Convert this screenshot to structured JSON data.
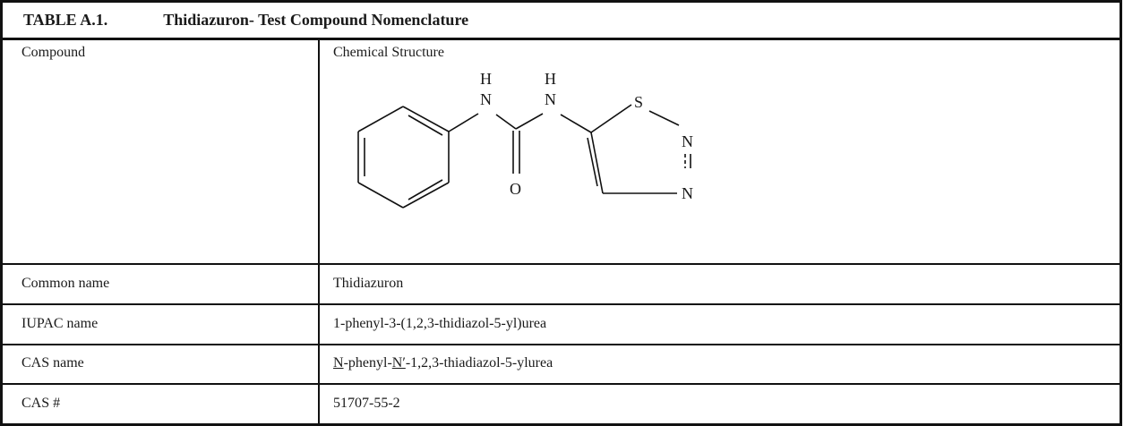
{
  "table": {
    "caption_label": "TABLE A.1.",
    "caption_title": "Thidiazuron- Test Compound Nomenclature",
    "header": {
      "left": "Compound",
      "right": "Chemical Structure"
    },
    "structure_atoms": {
      "h1": "H",
      "n1": "N",
      "h2": "H",
      "n2": "N",
      "o": "O",
      "s": "S",
      "n3": "N",
      "n4": "N"
    },
    "rows": [
      {
        "label": "Common name",
        "value": "Thidiazuron"
      },
      {
        "label": "IUPAC name",
        "value": "1-phenyl-3-(1,2,3-thidiazol-5-yl)urea"
      },
      {
        "label": "CAS name",
        "value_n1": "N",
        "value_mid": "-phenyl-",
        "value_n2": "N′",
        "value_end": "-1,2,3-thiadiazol-5-ylurea"
      },
      {
        "label": "CAS #",
        "value": "51707-55-2"
      }
    ]
  }
}
